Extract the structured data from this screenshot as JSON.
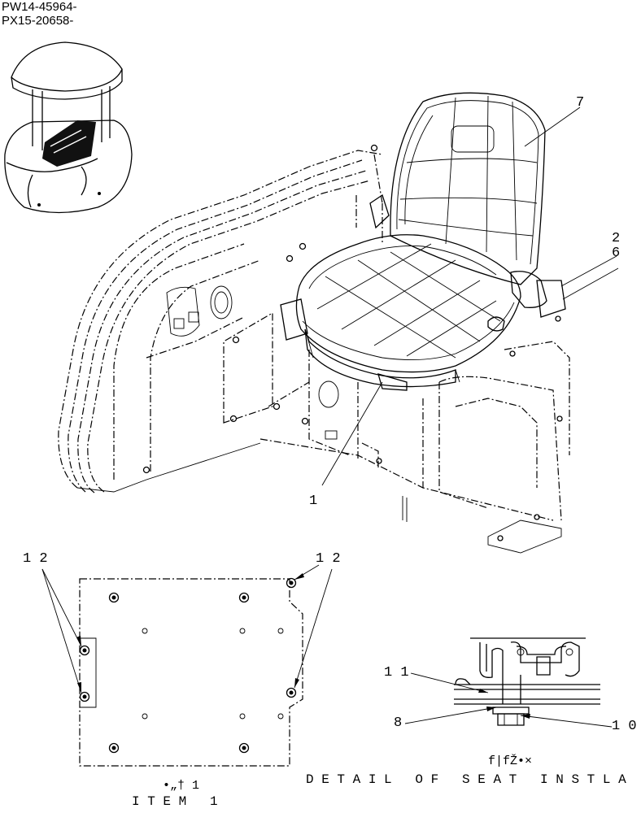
{
  "header": {
    "serial_line_1": "PW14-45964-",
    "serial_line_2": "PX15-20658-"
  },
  "callouts": {
    "c7": "7",
    "c2": "2",
    "c6": "6",
    "c1": "1",
    "c12_left": "1 2",
    "c12_right": "1 2",
    "c11": "1 1",
    "c8": "8",
    "c10": "1 0"
  },
  "labels": {
    "item_garbled": "•„† 1",
    "item": "I T E M   1",
    "detail_garbled": "f|fŽ•×",
    "detail": "D E T A I L   O F   S E A T   I N S T L A"
  },
  "icons": {
    "machine_thumbnail": "excavator-cab-thumbnail",
    "seat": "operator-seat-drawing",
    "plate": "mounting-plate-drawing",
    "rail_detail": "seat-rail-detail-drawing"
  }
}
